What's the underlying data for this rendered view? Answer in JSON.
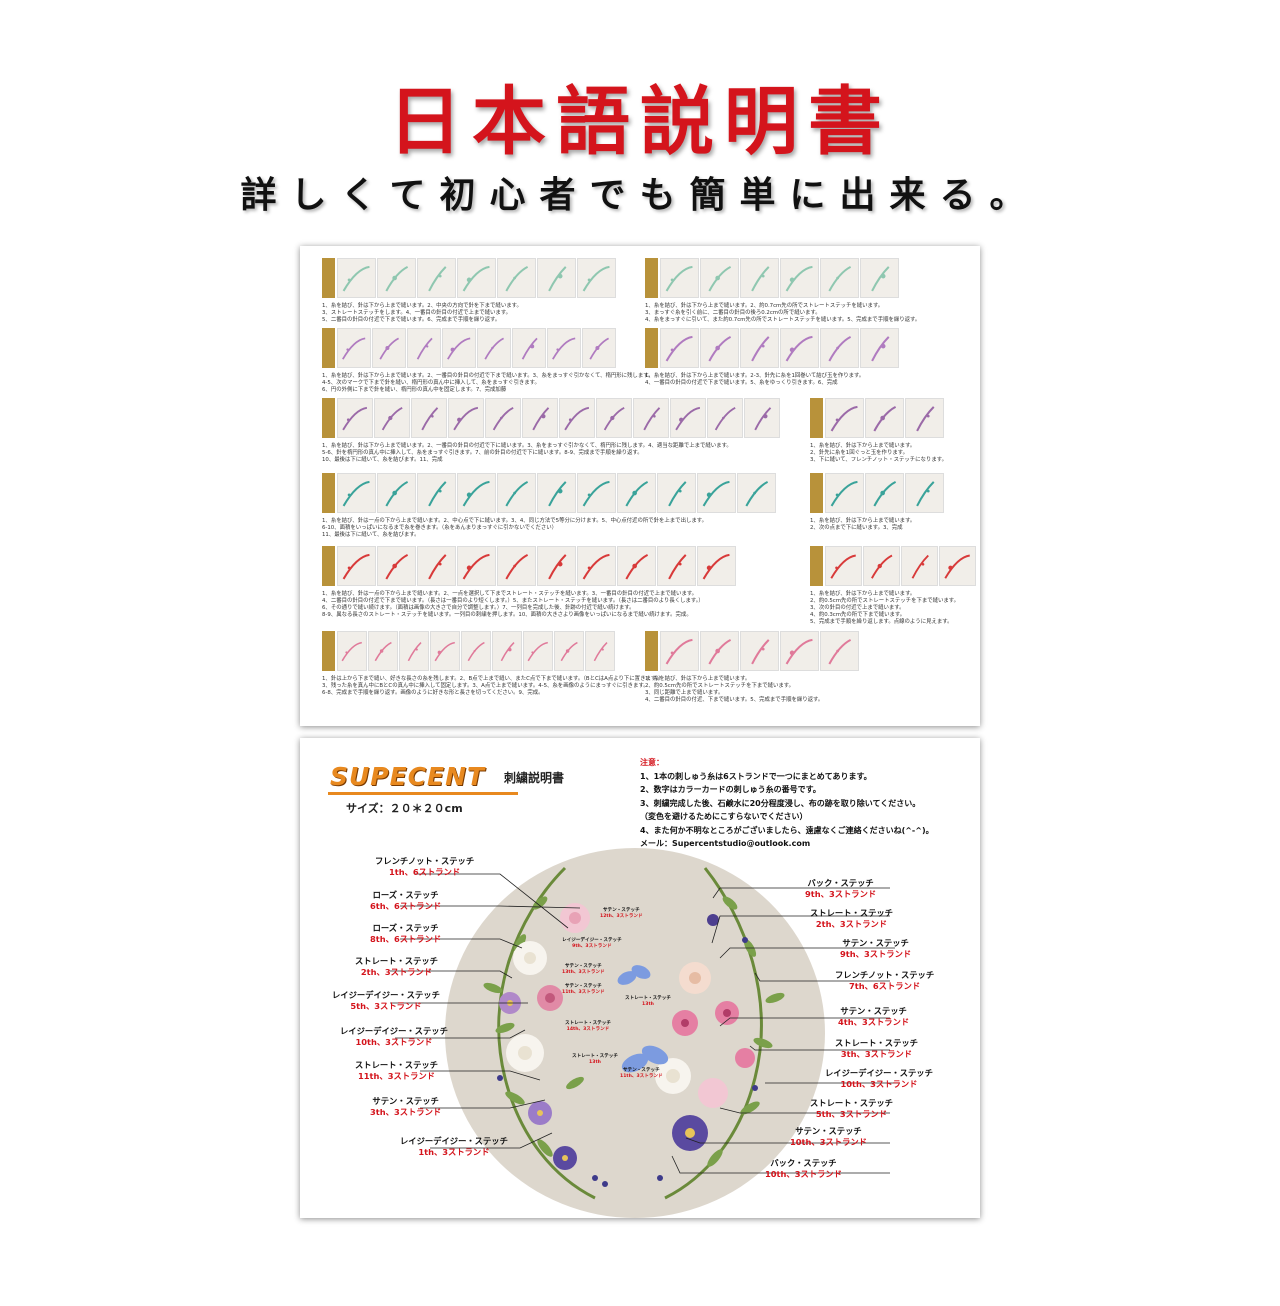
{
  "header": {
    "title": "日本語説明書",
    "subtitle": "詳しくて初心者でも簡単に出来る。"
  },
  "sheet1": {
    "rows": [
      {
        "left": {
          "thumbs": 7,
          "captions": [
            "1、糸を結び、針は下から上まで縫います。2、中央の方向で針を下まで縫います。",
            "3、ストレートステッチをします。4、一番目の針目の付近で上まで縫います。",
            "5、二番目の針目の付近で下まで縫います。6、完成まで手順を繰り返す。"
          ]
        },
        "right": {
          "thumbs": 6,
          "captions": [
            "1、糸を結び、針は下から上まで縫います。2、約0.7cm先の所でストレートステッチを縫います。",
            "3、まっすぐ糸を引く前に、二番目の針目の後ろ0.2cmの所で縫います。",
            "4、糸をまっすぐに引いて、また約0.7cm先の所でストレートステッチを縫います。5、完成まで手順を繰り返す。"
          ]
        }
      },
      {
        "left": {
          "thumbs": 8,
          "captions": [
            "1、糸を結び、針は下から上まで縫います。2、一番目の針目の付近で下まで縫います。3、糸をまっすぐ引かなくて、楕円形に残します。",
            "4-5、次のマークで下まで針を縫い、楕円形の真ん中に挿入して、糸をまっすぐ引きます。",
            "6、円の外側に下まで針を縫い、楕円形の真ん中を固定します。7、完成加藤"
          ]
        },
        "right": {
          "thumbs": 6,
          "captions": [
            "1、糸を結び、針は下から上まで縫います。2-3、針先に糸を1回巻いて結び玉を作ります。",
            "4、一番目の針目の付近で下まで縫います。5、糸をゆっくり引きます。6、完成"
          ]
        }
      },
      {
        "left": {
          "thumbs": 12,
          "captions": [
            "1、糸を結び、針は下から上まで縫います。2、一番目の針目の付近で下に縫います。3、糸をまっすぐ引かなくて、楕円形に残します。4、適当な距離で上まで縫います。",
            "5-6、針を楕円形の真ん中に挿入して、糸をまっすぐ引きます。7、前の針目の付近で下に縫います。8-9、完成まで手順を繰り返す。",
            "10、最後は下に縫いて、糸を結びます。11、完成"
          ]
        },
        "right": {
          "thumbs": 3,
          "captions": [
            "1、糸を結び、針は下から上まで縫います。",
            "2、針先に糸を1回ぐっと玉を作ります。",
            "3、下に縫いて、フレンチノット・ステッチになります。"
          ]
        }
      },
      {
        "left": {
          "thumbs": 11,
          "captions": [
            "1、糸を結び、針は一点の下から上まで縫います。2、中心点で下に縫います。3、4、同じ方法で5等分に分けます。5、中心点付近の所で針を上まで出します。",
            "6-10、面積をいっぱいになるまで糸を巻きます。（糸をあんまりまっすぐに引かないでください）",
            "11、最後は下に縫いて、糸を結びます。"
          ]
        },
        "right": {
          "thumbs": 3,
          "captions": [
            "1、糸を結び、針は下から上まで縫います。",
            "2、次の点まで下に縫います。3、完成"
          ]
        }
      },
      {
        "left": {
          "thumbs": 10,
          "captions": [
            "1、糸を結び、針は一点の下から上まで縫います。2、一点を選択して下までストレート・ステッチを縫います。3、一番目の針目の付近で上まで縫います。",
            "4、二番目の針目の付近で下まで縫います。（長さは一番目のより短くします。）5、またストレート・ステッチを縫います。（長さは二番目のより長くします。）",
            "6、その通りで縫い続けます。（面積は画像の大きさで自分で調整します。）7、一列目を完成した後、針跡の付近で縫い続けます。",
            "8-9、異なる長さのストレート・ステッチを縫います。一列目の刺繍を押します。10、面積の大きさより画像をいっぱいになるまで縫い続けます。完成。"
          ]
        },
        "right": {
          "thumbs": 4,
          "captions": [
            "1、糸を結び、針は下から上まで縫います。",
            "2、約0.5cm先の所でストレートステッチを下まで縫います。",
            "3、次の針目の付近で上まで縫います。",
            "4、約0.3cm先の所で下まで縫います。",
            "5、完成まで手順を繰り返します。点線のように見えます。"
          ]
        }
      },
      {
        "left": {
          "thumbs": 9,
          "captions": [
            "1、針は上から下まで縫い、好きな長さの糸を残します。2、B点で上まで縫い、またC点で下まで縫います。（BとCはA点より下に置きます。）",
            "3、残った糸を真ん中にBとCの真ん中に挿入して固定します。3、A点で上まで縫います。4-5、糸を画像のようにまっすぐに引きます。",
            "6-8、完成まで手順を繰り返す。画像のように好きな形と長さを切ってください。9、完成。"
          ]
        },
        "right": {
          "thumbs": 5,
          "captions": [
            "1、糸を結び、針は下から上まで縫います。",
            "2、約0.5cm先の所でストレートステッチを下まで縫います。",
            "3、同じ距離で上まで縫います。",
            "4、二番目の針目の付近、下まで縫います。5、完成まで手順を繰り返す。"
          ]
        }
      }
    ]
  },
  "sheet2": {
    "brand": "SUPECENT",
    "brand_sub": "刺繍説明書",
    "size": "サイズ：２０＊２０cm",
    "notes_heading": "注意：",
    "notes": [
      "1、1本の刺しゅう糸は6ストランドで一つにまとめてあります。",
      "2、数字はカラーカードの刺しゅう糸の番号です。",
      "3、刺繍完成した後、石鹸水に20分程度浸し、布の跡を取り除いてください。",
      "（変色を避けるためにこすらないでください）",
      "4、また何か不明なところがございましたら、遠慮なくご連絡くださいね(^-^)。",
      "メール：Supercentstudio@outlook.com"
    ],
    "labels_left": [
      {
        "a": "フレンチノット・ステッチ",
        "b": "1th、6ストランド"
      },
      {
        "a": "ローズ・ステッチ",
        "b": "6th、6ストランド"
      },
      {
        "a": "ローズ・ステッチ",
        "b": "8th、6ストランド"
      },
      {
        "a": "ストレート・ステッチ",
        "b": "2th、3ストランド"
      },
      {
        "a": "レイジーデイジー・ステッチ",
        "b": "5th、3ストランド"
      },
      {
        "a": "レイジーデイジー・ステッチ",
        "b": "10th、3ストランド"
      },
      {
        "a": "ストレート・ステッチ",
        "b": "11th、3ストランド"
      },
      {
        "a": "サテン・ステッチ",
        "b": "3th、3ストランド"
      },
      {
        "a": "レイジーデイジー・ステッチ",
        "b": "1th、3ストランド"
      }
    ],
    "labels_right": [
      {
        "a": "バック・ステッチ",
        "b": "9th、3ストランド"
      },
      {
        "a": "ストレート・ステッチ",
        "b": "2th、3ストランド"
      },
      {
        "a": "サテン・ステッチ",
        "b": "9th、3ストランド"
      },
      {
        "a": "フレンチノット・ステッチ",
        "b": "7th、6ストランド"
      },
      {
        "a": "サテン・ステッチ",
        "b": "4th、3ストランド"
      },
      {
        "a": "ストレート・ステッチ",
        "b": "3th、3ストランド"
      },
      {
        "a": "レイジーデイジー・ステッチ",
        "b": "10th、3ストランド"
      },
      {
        "a": "ストレート・ステッチ",
        "b": "5th、3ストランド"
      },
      {
        "a": "サテン・ステッチ",
        "b": "10th、3ストランド"
      },
      {
        "a": "バック・ステッチ",
        "b": "10th、3ストランド"
      }
    ],
    "labels_center": [
      {
        "a": "サテン・ステッチ",
        "b": "12th、3ストランド"
      },
      {
        "a": "レイジーデイジー・ステッチ",
        "b": "9th、3ストランド"
      },
      {
        "a": "サテン・ステッチ",
        "b": "13th、3ストランド"
      },
      {
        "a": "サテン・ステッチ",
        "b": "11th、3ストランド"
      },
      {
        "a": "ストレート・ステッチ",
        "b": "13th"
      },
      {
        "a": "ストレート・ステッチ",
        "b": "14th、3ストランド"
      },
      {
        "a": "ストレート・ステッチ",
        "b": "13th"
      },
      {
        "a": "サテン・ステッチ",
        "b": "11th、3ストランド"
      }
    ]
  }
}
